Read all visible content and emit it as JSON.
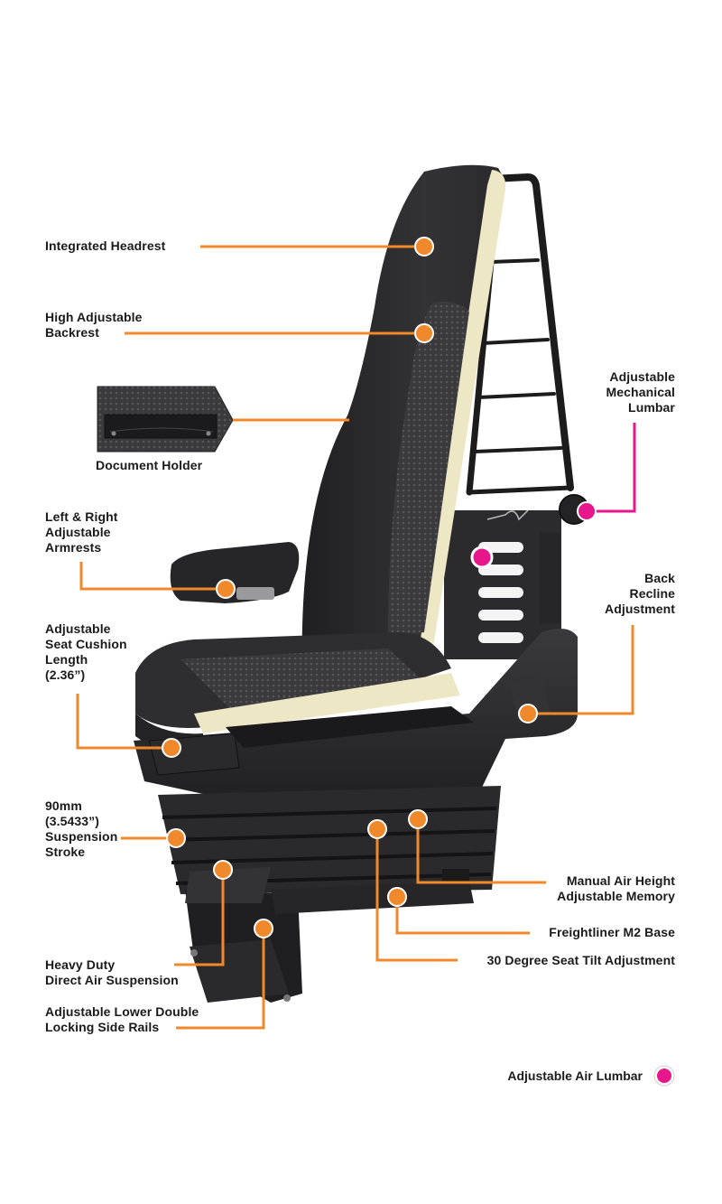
{
  "colors": {
    "leader": "#f0892b",
    "air_marker": "#e8168b",
    "seat_fabric": "#2b2b2d",
    "foam": "#eee7c6",
    "frame": "#1c1c1c",
    "background": "#ffffff"
  },
  "callouts": {
    "integrated_headrest": "Integrated Headrest",
    "high_adjustable_backrest": "High Adjustable\nBackrest",
    "document_holder": "Document Holder",
    "armrests": "Left & Right\nAdjustable\nArmrests",
    "cushion_length": "Adjustable\nSeat Cushion\nLength\n(2.36”)",
    "suspension_stroke": "90mm\n(3.5433”)\nSuspension\nStroke",
    "air_suspension": "Heavy Duty\nDirect Air Suspension",
    "side_rails": "Adjustable Lower Double\nLocking Side Rails",
    "mechanical_lumbar": "Adjustable\nMechanical\nLumbar",
    "back_recline": "Back\nRecline\nAdjustment",
    "air_height_memory": "Manual Air Height\nAdjustable Memory",
    "m2_base": "Freightliner M2 Base",
    "seat_tilt": "30 Degree Seat Tilt Adjustment"
  },
  "legend": {
    "air_lumbar_label": "Adjustable Air Lumbar",
    "marker_icon": "magenta-dot-icon"
  }
}
